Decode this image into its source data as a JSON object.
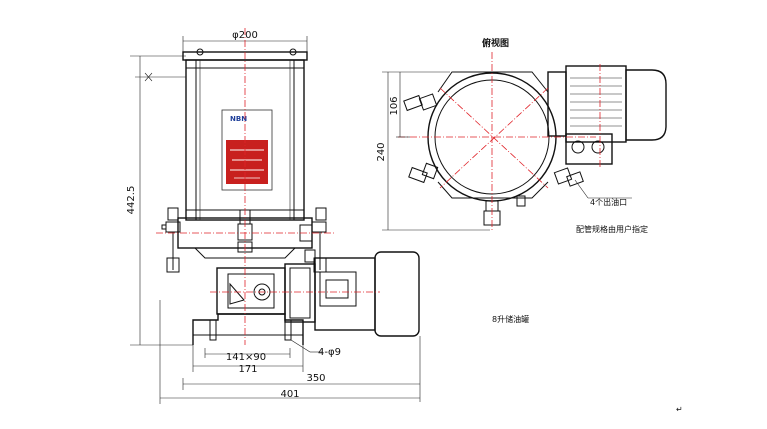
{
  "front_view": {
    "dims": {
      "diameter_top": "φ200",
      "height_total": "442.5",
      "base_inner": "141×90",
      "base_outer": "171",
      "width_350": "350",
      "width_total": "401",
      "holes": "4-φ9"
    },
    "nameplate": {
      "brand": "NBN"
    }
  },
  "top_view": {
    "title": "俯视图",
    "dims": {
      "height_240": "240",
      "offset_106": "106"
    },
    "notes": {
      "outlets": "4个出油口",
      "piping": "配管规格由用户指定"
    }
  },
  "caption": "8升储油罐",
  "mark": "↵",
  "colors": {
    "line": "#111111",
    "centerline": "#e0242a",
    "nameplate_red": "#c8201e",
    "nameplate_blue": "#1f3f9a"
  }
}
